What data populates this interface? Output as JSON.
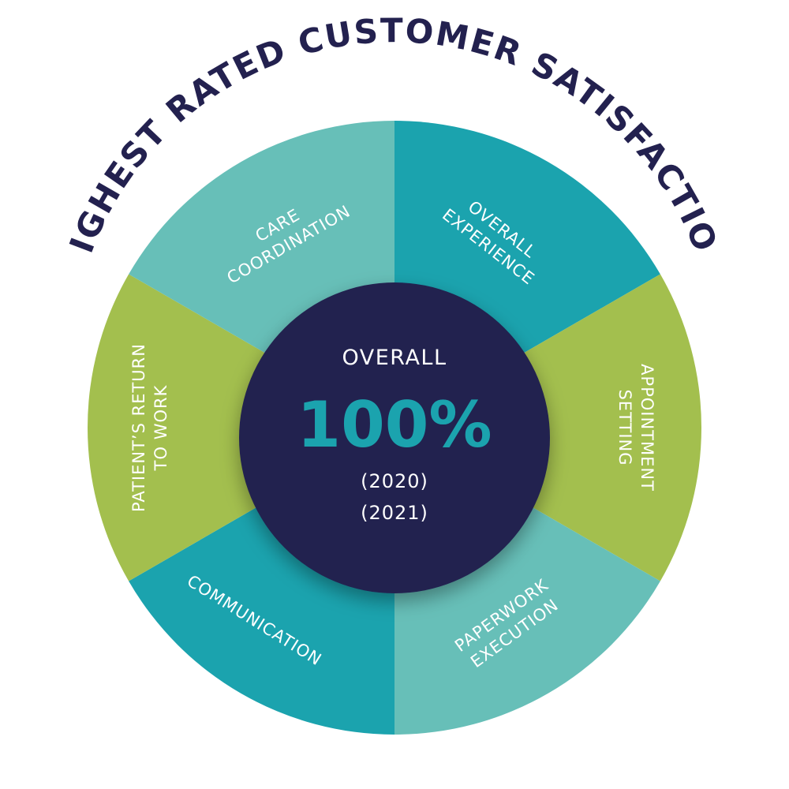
{
  "title": "HIGHEST RATED CUSTOMER SATISFACTION",
  "center": {
    "label": "OVERALL",
    "value": "100%",
    "years": [
      "(2020)",
      "(2021)"
    ]
  },
  "segments": [
    {
      "lines": [
        "OVERALL",
        "EXPERIENCE"
      ],
      "color": "#1BA3AE"
    },
    {
      "lines": [
        "APPOINTMENT",
        "SETTING"
      ],
      "color": "#A3BF4E"
    },
    {
      "lines": [
        "PAPERWORK",
        "EXECUTION"
      ],
      "color": "#67BFB8"
    },
    {
      "lines": [
        "COMMUNICATION"
      ],
      "color": "#1BA3AE"
    },
    {
      "lines": [
        "PATIENT’S RETURN",
        "TO WORK"
      ],
      "color": "#A3BF4E"
    },
    {
      "lines": [
        "CARE",
        "COORDINATION"
      ],
      "color": "#67BFB8"
    }
  ],
  "colors": {
    "title": "#23214F",
    "center_fill": "#23214F",
    "center_label": "#FFFFFF",
    "center_value": "#1BA3AE",
    "segment_text": "#FFFFFF"
  }
}
